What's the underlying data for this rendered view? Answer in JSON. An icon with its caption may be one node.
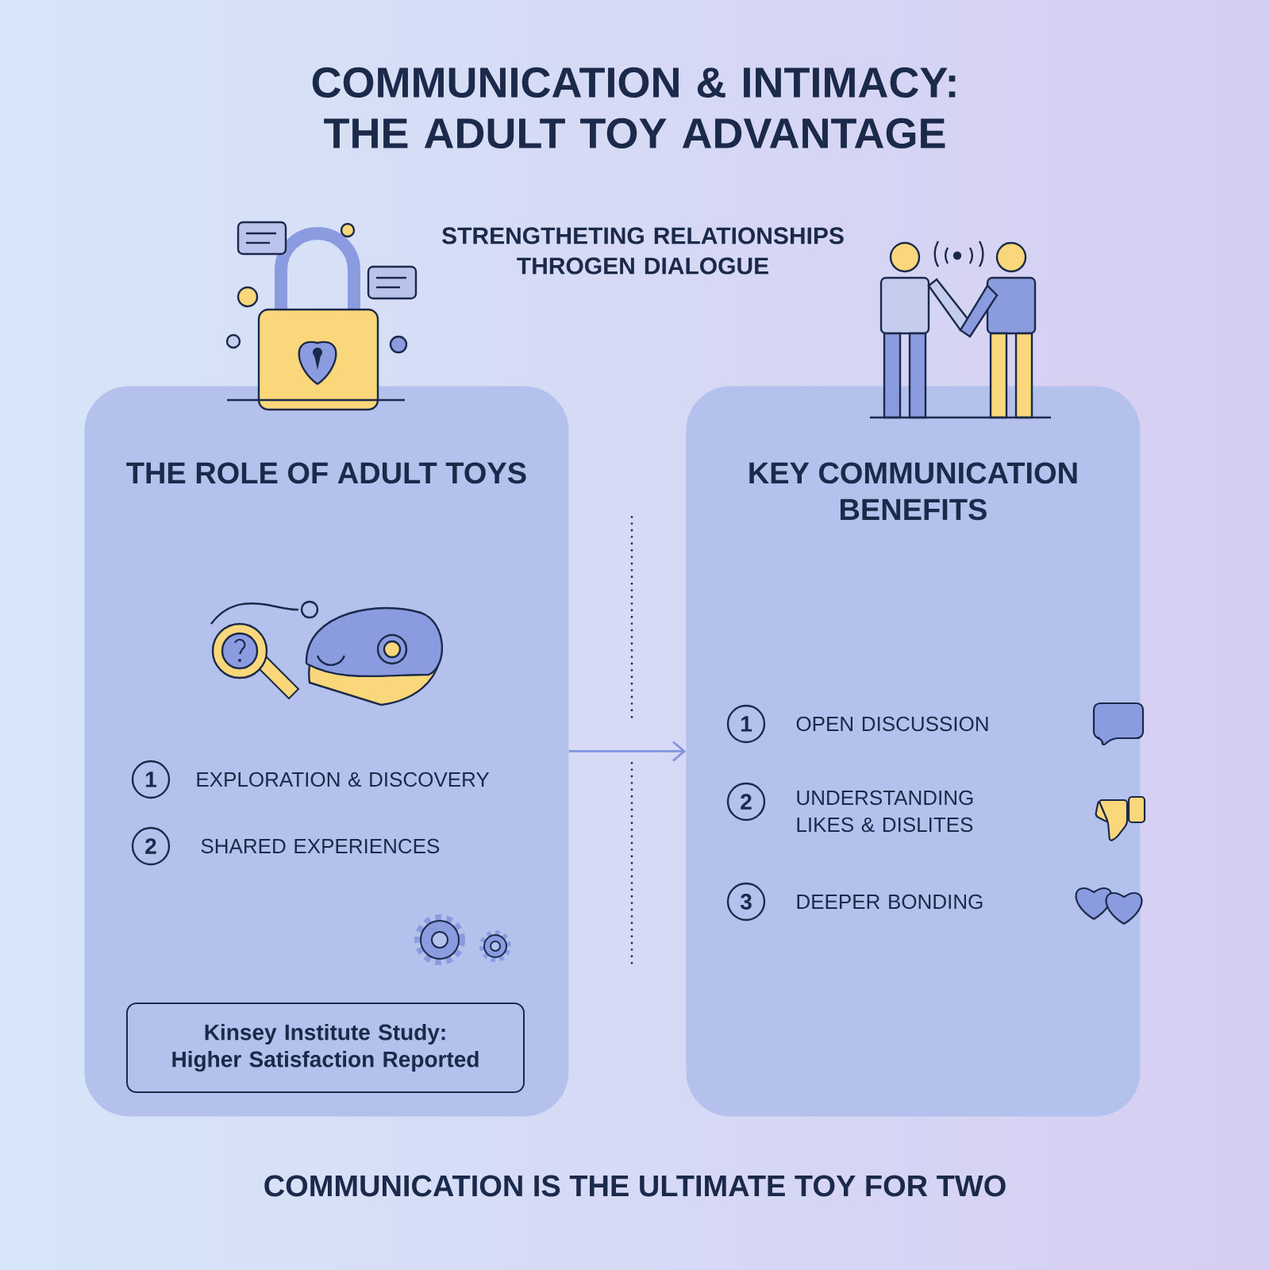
{
  "diagram": {
    "title": "COMMUNICATION & INTIMACY: THE ADULT TOY ADVANTAGE",
    "caption": "COMMUNICATION IS THE ULTIMATE TOY FOR TWO",
    "nodes": [
      {
        "text": [
          "THE ROLE OF ADULT TOYS"
        ]
      },
      {
        "text": [
          "KEY COMMUNICATION BENEFITS"
        ]
      },
      {
        "text": [
          "Kinsey Institute Study: Higher Satisfaction Reported"
        ],
        "in": 0
      }
    ],
    "edges": [
      {
        "from": 0,
        "to": 1,
        "arrow": "to"
      }
    ],
    "labels": [
      "STRENGTHETING RELATIONSHIPS THROGEN DIALOGUE",
      "1",
      "EXPLORATION & DISCOVERY",
      "2",
      "SHARED EXPERIENCES",
      "1",
      "OPEN DISCUSSION",
      "2",
      "UNDERSTANDING LIKES & DISLITES",
      "3",
      "DEEPER BONDING"
    ]
  }
}
